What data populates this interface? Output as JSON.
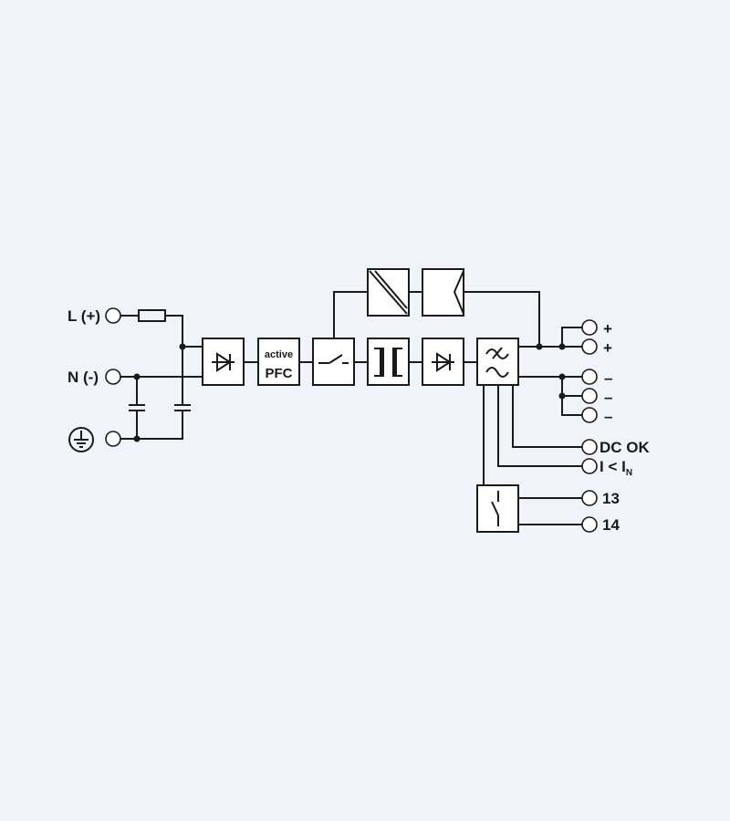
{
  "inputs": {
    "line": "L (+)",
    "neutral": "N (-)",
    "earth_icon": "protective-earth-icon"
  },
  "blocks": {
    "pfc_line1": "active",
    "pfc_line2": "PFC"
  },
  "outputs": {
    "plus": [
      "+",
      "+"
    ],
    "minus": [
      "–",
      "–",
      "–"
    ],
    "dc_ok": "DC OK",
    "current": "I < I",
    "current_sub": "N",
    "relay_13": "13",
    "relay_14": "14"
  },
  "colors": {
    "background": "#f0f4fa",
    "line": "#1a1a1a",
    "box": "#ffffff"
  }
}
